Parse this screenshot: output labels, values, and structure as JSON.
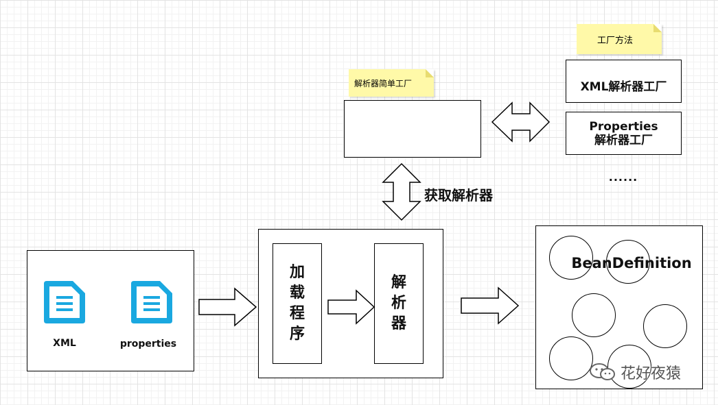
{
  "notes": {
    "factory_method": "工厂方法",
    "simple_factory": "解析器简单工厂"
  },
  "factories": {
    "xml": "XML解析器工厂",
    "properties_line1": "Properties",
    "properties_line2": "解析器工厂",
    "more": "......"
  },
  "get_parser_label": "获取解析器",
  "files": {
    "xml": "XML",
    "properties": "properties"
  },
  "loader": {
    "label": "加\n载\n程\n序"
  },
  "parser": {
    "label": "解\n析\n器"
  },
  "bean_definition": "BeanDefinition",
  "watermark": "花好夜猿",
  "colors": {
    "note_bg": "#fff9a8",
    "file_icon": "#1aa8e0",
    "border": "#000000"
  }
}
